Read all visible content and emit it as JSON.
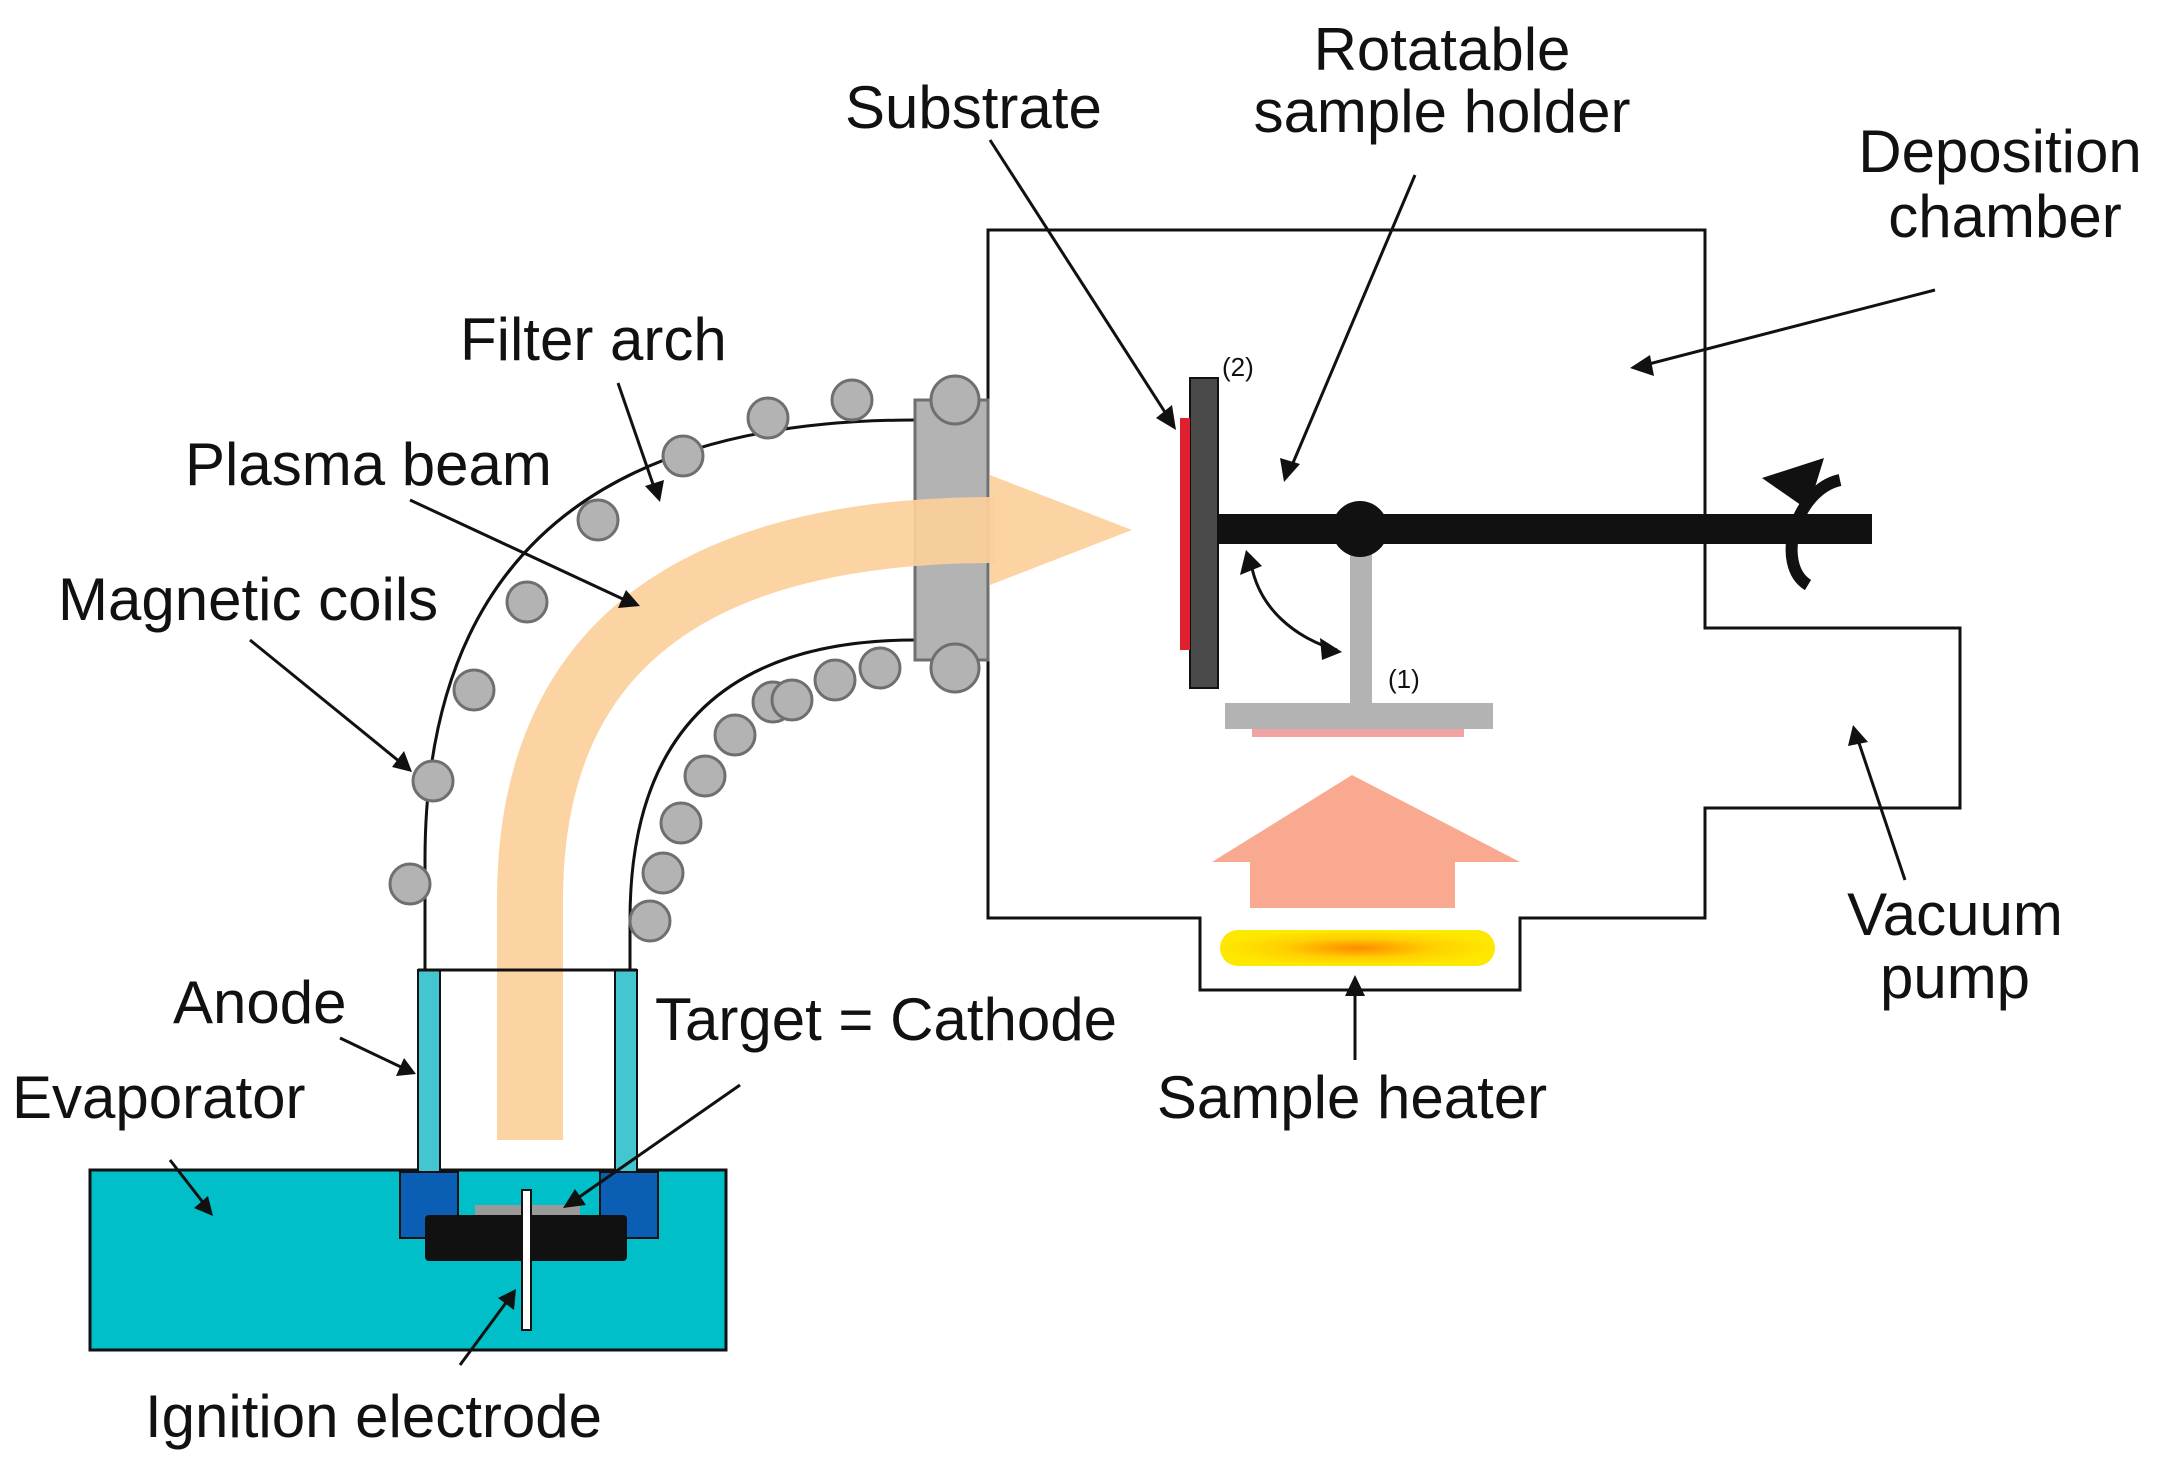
{
  "labels": {
    "substrate": "Substrate",
    "rotatable_line1": "Rotatable",
    "rotatable_line2": "sample holder",
    "deposition_line1": "Deposition",
    "deposition_line2": "chamber",
    "filter_arch": "Filter arch",
    "plasma_beam": "Plasma beam",
    "magnetic_coils": "Magnetic coils",
    "anode": "Anode",
    "target_cathode": "Target = Cathode",
    "evaporator": "Evaporator",
    "ignition_electrode": "Ignition electrode",
    "vacuum_line1": "Vacuum",
    "vacuum_line2": "pump",
    "sample_heater": "Sample heater",
    "position_1": "(1)",
    "position_2": "(2)"
  },
  "colors": {
    "evaporator": "#00bfc8",
    "anode": "#44c6d0",
    "anode_insulator": "#0a5fb4",
    "cathode": "#111111",
    "plasma_beam": "#fccf9b",
    "coils": "#b3b3b3",
    "holder_arm": "#111111",
    "holder_position_1": "#b3b3b3",
    "substrate_backing": "#4a4a4a",
    "substrate": "#e02030",
    "heater": "#ffe000",
    "heater_core": "#ff8a00",
    "heat_arrow": "#f9a98f"
  }
}
